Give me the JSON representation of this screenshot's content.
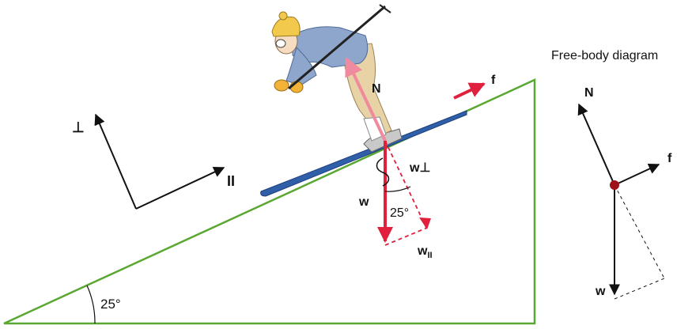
{
  "free_body": {
    "title": "Free-body diagram",
    "label_N": "N",
    "label_f": "f",
    "label_w": "w"
  },
  "incline": {
    "angle_label": "25°"
  },
  "skier": {
    "label_N": "N",
    "label_f": "f",
    "label_w": "w",
    "label_w_perp": "w⊥",
    "label_w_par": "w",
    "label_w_par_sub": "II",
    "angle_label": "25°"
  },
  "axes": {
    "perp_symbol": "⊥",
    "par_symbol": "II"
  },
  "colors": {
    "incline_line": "#5aa832",
    "force_red": "#e0203c",
    "body_blue": "#8fa6cc",
    "pants_tan": "#e8d3a6",
    "ski_blue": "#2f5fa8",
    "dot": "#a0101a"
  }
}
